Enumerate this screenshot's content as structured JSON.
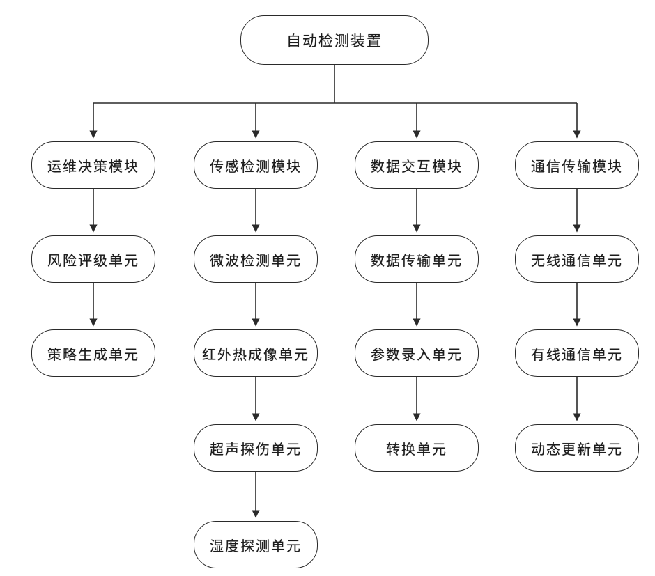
{
  "figure": {
    "title_node": "自动检测装置",
    "branches": [
      {
        "module": "运维决策模块",
        "units": [
          "风险评级单元",
          "策略生成单元"
        ]
      },
      {
        "module": "传感检测模块",
        "units": [
          "微波检测单元",
          "红外热成像单元",
          "超声探伤单元",
          "湿度探测单元"
        ]
      },
      {
        "module": "数据交互模块",
        "units": [
          "数据传输单元",
          "参数录入单元",
          "转换单元"
        ]
      },
      {
        "module": "通信传输模块",
        "units": [
          "无线通信单元",
          "有线通信单元",
          "动态更新单元"
        ]
      }
    ],
    "colors": {
      "line": "#2a2a2a",
      "box_border": "#2a2a2a",
      "box_fill": "#ffffff",
      "text": "#1c1c1c"
    }
  }
}
